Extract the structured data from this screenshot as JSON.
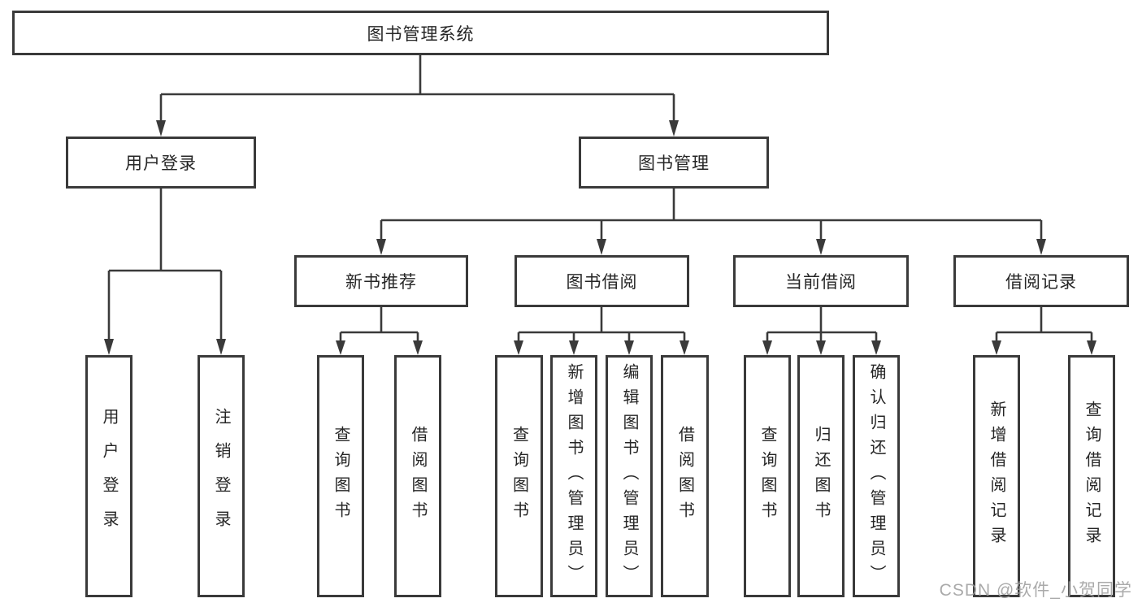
{
  "tree": {
    "label": "图书管理系统",
    "children": [
      {
        "label": "用户登录",
        "children": [
          {
            "label": "用户登录"
          },
          {
            "label": "注销登录"
          }
        ]
      },
      {
        "label": "图书管理",
        "children": [
          {
            "label": "新书推荐",
            "children": [
              {
                "label": "查询图书"
              },
              {
                "label": "借阅图书"
              }
            ]
          },
          {
            "label": "图书借阅",
            "children": [
              {
                "label": "查询图书"
              },
              {
                "label": "新增图书（管理员）"
              },
              {
                "label": "编辑图书（管理员）"
              },
              {
                "label": "借阅图书"
              }
            ]
          },
          {
            "label": "当前借阅",
            "children": [
              {
                "label": "查询图书"
              },
              {
                "label": "归还图书"
              },
              {
                "label": "确认归还（管理员）"
              }
            ]
          },
          {
            "label": "借阅记录",
            "children": [
              {
                "label": "新增借阅记录"
              },
              {
                "label": "查询借阅记录"
              }
            ]
          }
        ]
      }
    ]
  },
  "watermark": {
    "text": "CSDN @软件_小贺同学"
  },
  "colors": {
    "line": "#3a3a3a",
    "box_border": "#3a3a3a",
    "text": "#262626",
    "background": "#ffffff",
    "watermark": "#9e9e9e"
  }
}
